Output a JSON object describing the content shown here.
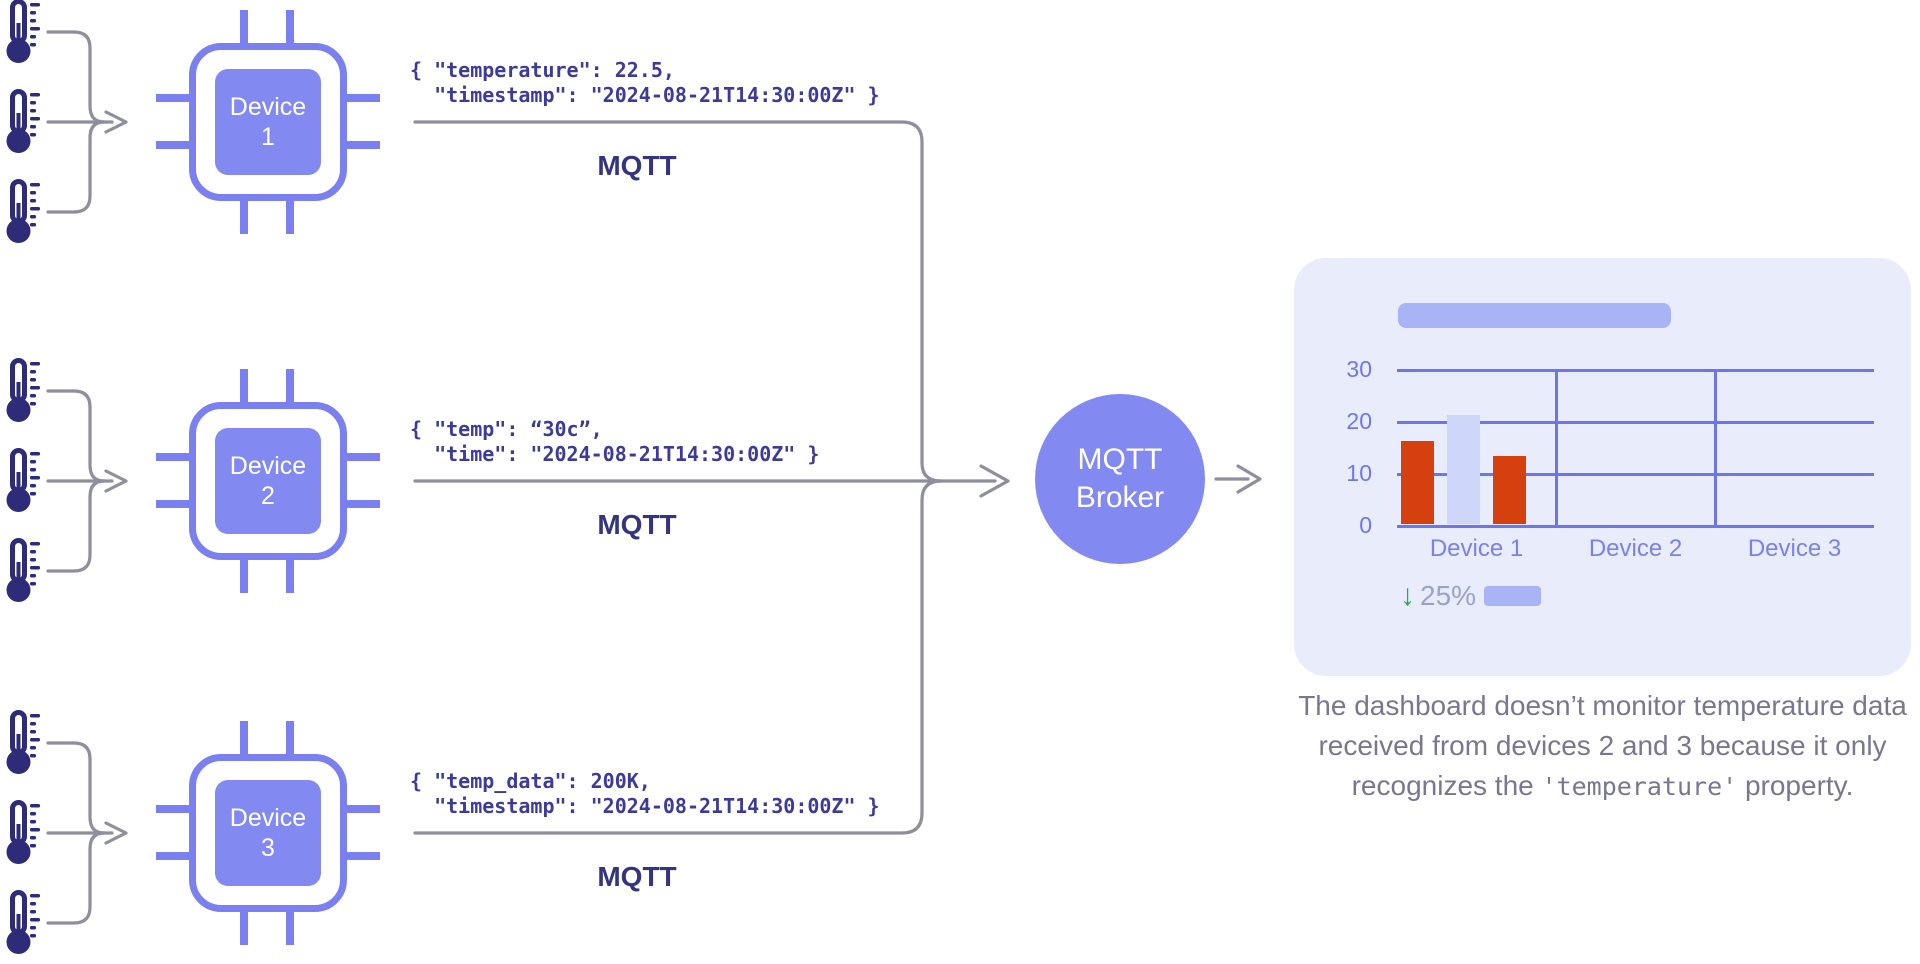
{
  "devices": [
    {
      "name": "Device",
      "number": "1",
      "payload_line1": "{ \"temperature\": 22.5,",
      "payload_line2": "  \"timestamp\": \"2024-08-21T14:30:00Z\" }",
      "protocol": "MQTT"
    },
    {
      "name": "Device",
      "number": "2",
      "payload_line1": "{ \"temp\": “30c”,",
      "payload_line2": "  \"time\": \"2024-08-21T14:30:00Z\" }",
      "protocol": "MQTT"
    },
    {
      "name": "Device",
      "number": "3",
      "payload_line1": "{ \"temp_data\": 200K,",
      "payload_line2": "  \"timestamp\": \"2024-08-21T14:30:00Z\" }",
      "protocol": "MQTT"
    }
  ],
  "broker": {
    "line1": "MQTT",
    "line2": "Broker"
  },
  "chart_data": {
    "type": "bar",
    "title_placeholder": true,
    "categories": [
      "Device 1",
      "Device 2",
      "Device 3"
    ],
    "yticks": [
      0,
      10,
      20,
      30
    ],
    "ylim": [
      0,
      30
    ],
    "grid": true,
    "legend": false,
    "bars": [
      {
        "category": "Device 1",
        "value": 16,
        "color": "#d6400f"
      },
      {
        "category": "Device 1",
        "value": 21,
        "color": "#ced6f9"
      },
      {
        "category": "Device 1",
        "value": 13,
        "color": "#d6400f"
      }
    ],
    "trend": {
      "direction": "down",
      "label": "25%"
    }
  },
  "caption": {
    "before": "The dashboard doesn’t monitor temperature data received from devices 2 and 3 because it only recognizes the ",
    "code": "'temperature'",
    "after": " property."
  },
  "colors": {
    "accent_periwinkle": "#7a80f0",
    "chip_fill": "#8289f1",
    "thermometer_navy": "#2e2b79",
    "wire_gray": "#8e8e9d",
    "payload_text": "#3d3a99",
    "mqtt_label": "#34347f",
    "card_bg": "#e9ecfb",
    "bar_red": "#d6400f",
    "bar_lavender": "#ced6f9",
    "placeholder": "#a9b4f6",
    "grid_line": "#6d75e8",
    "trend_green": "#1fae52"
  }
}
